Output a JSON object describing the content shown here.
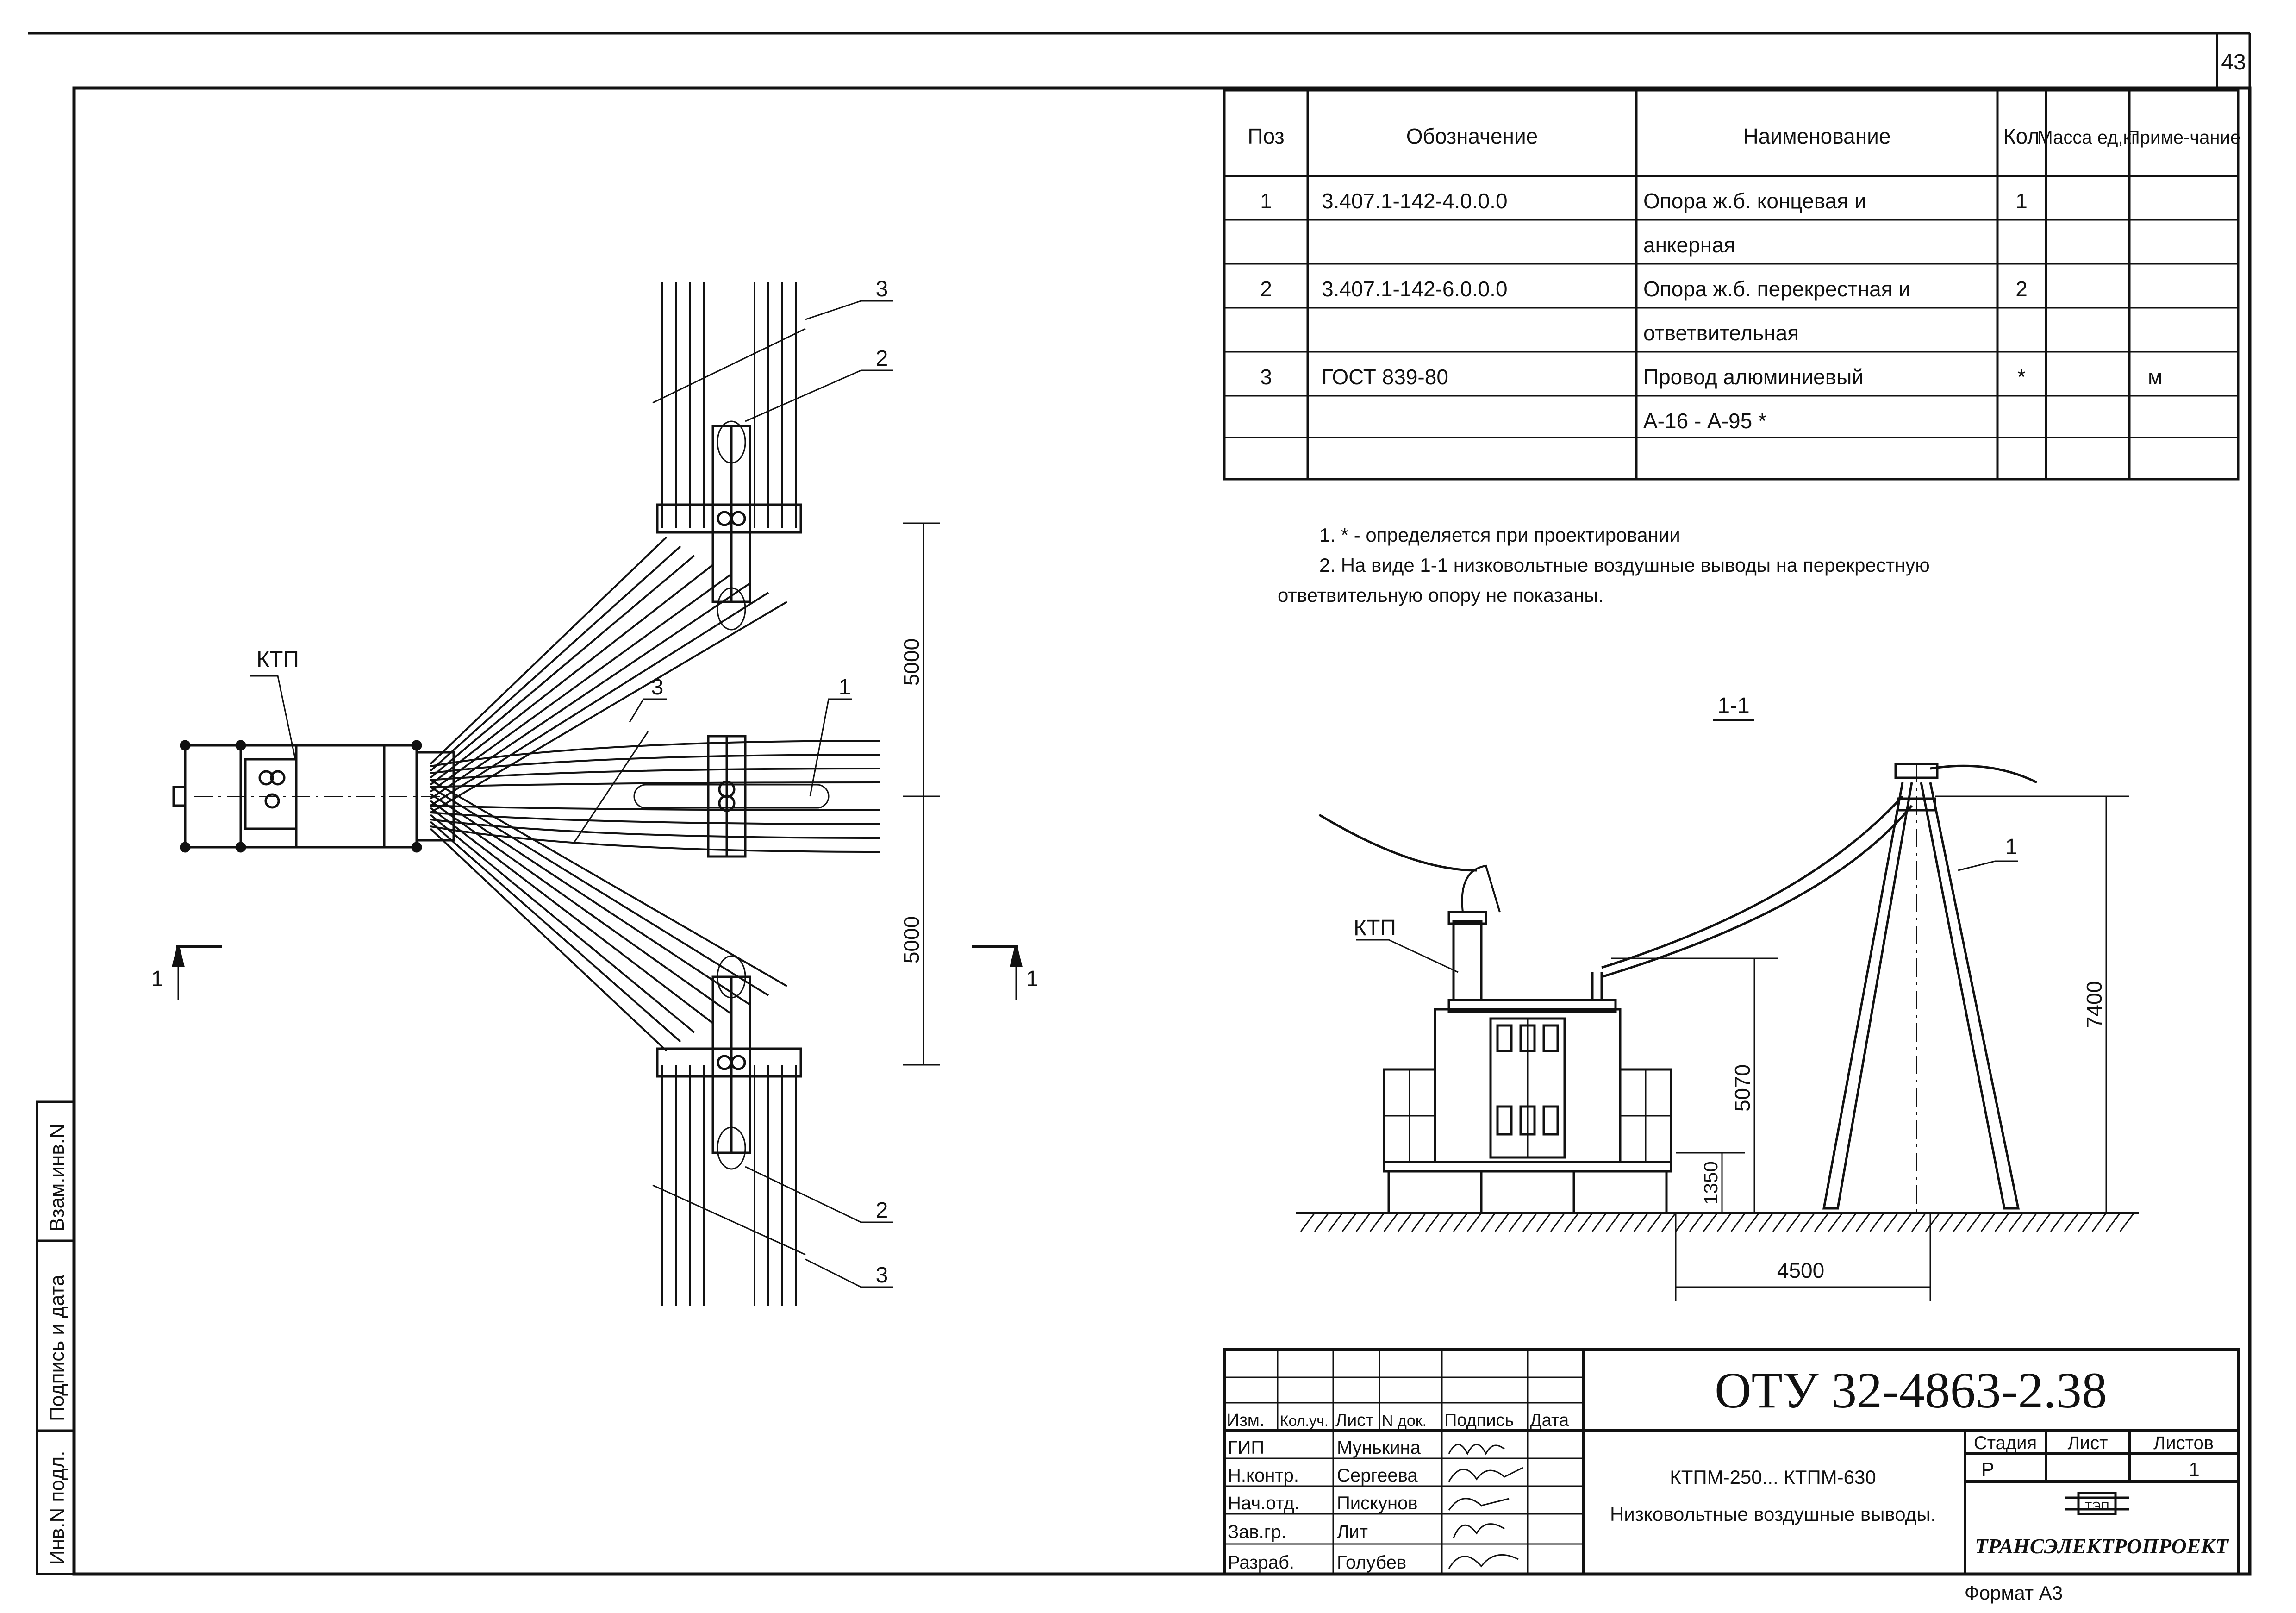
{
  "page_number": "43",
  "spec_table": {
    "headers": [
      "Поз",
      "Обозначение",
      "Наименование",
      "Кол",
      "Масса ед,кг",
      "Приме-чание"
    ],
    "rows": [
      [
        "1",
        "3.407.1-142-4.0.0.0",
        "Опора ж.б. концевая и",
        "1",
        "",
        ""
      ],
      [
        "",
        "",
        "анкерная",
        "",
        "",
        ""
      ],
      [
        "2",
        "3.407.1-142-6.0.0.0",
        "Опора ж.б. перекрестная и",
        "2",
        "",
        ""
      ],
      [
        "",
        "",
        "ответвительная",
        "",
        "",
        ""
      ],
      [
        "3",
        "ГОСТ 839-80",
        "Провод алюминиевый",
        "*",
        "",
        "м"
      ],
      [
        "",
        "",
        "А-16 - А-95 *",
        "",
        "",
        ""
      ],
      [
        "",
        "",
        "",
        "",
        "",
        ""
      ]
    ]
  },
  "notes": [
    "1. * - определяется при проектировании",
    "2. На виде 1-1 низковольтные воздушные выводы на перекрестную",
    "ответвительную опору не показаны."
  ],
  "plan_view": {
    "label_ktp": "КТП",
    "callouts": [
      "3",
      "2",
      "3",
      "1",
      "2",
      "3"
    ],
    "dim_top": "5000",
    "dim_bottom": "5000",
    "section_left": "1",
    "section_right": "1"
  },
  "section_view": {
    "title": "1-1",
    "label_ktp": "КТП",
    "callout": "1",
    "dim_height_ktp": "5070",
    "dim_height_base": "1350",
    "dim_height_pole": "7400",
    "dim_distance": "4500"
  },
  "title_block": {
    "doc_code": "ОТУ 32-4863-2.38",
    "rev_headers": [
      "Изм.",
      "Кол.уч.",
      "Лист",
      "N док.",
      "Подпись",
      "Дата"
    ],
    "people": [
      {
        "role": "ГИП",
        "name": "Мунькина"
      },
      {
        "role": "Н.контр.",
        "name": "Сергеева"
      },
      {
        "role": "Нач.отд.",
        "name": "Пискунов"
      },
      {
        "role": "Зав.гр.",
        "name": "Лит"
      },
      {
        "role": "Разраб.",
        "name": "Голубев"
      }
    ],
    "doc_name_1": "КТПМ-250... КТПМ-630",
    "doc_name_2": "Низковольтные воздушные выводы.",
    "stage_headers": [
      "Стадия",
      "Лист",
      "Листов"
    ],
    "stage": "Р",
    "sheet": "",
    "sheets": "1",
    "company": "ТРАНСЭЛЕКТРОПРОЕКТ",
    "logo": "ТЭП"
  },
  "side_stamps": [
    "Инв.N подл.",
    "Подпись и дата",
    "Взам.инв.N"
  ],
  "format": "Формат А3"
}
